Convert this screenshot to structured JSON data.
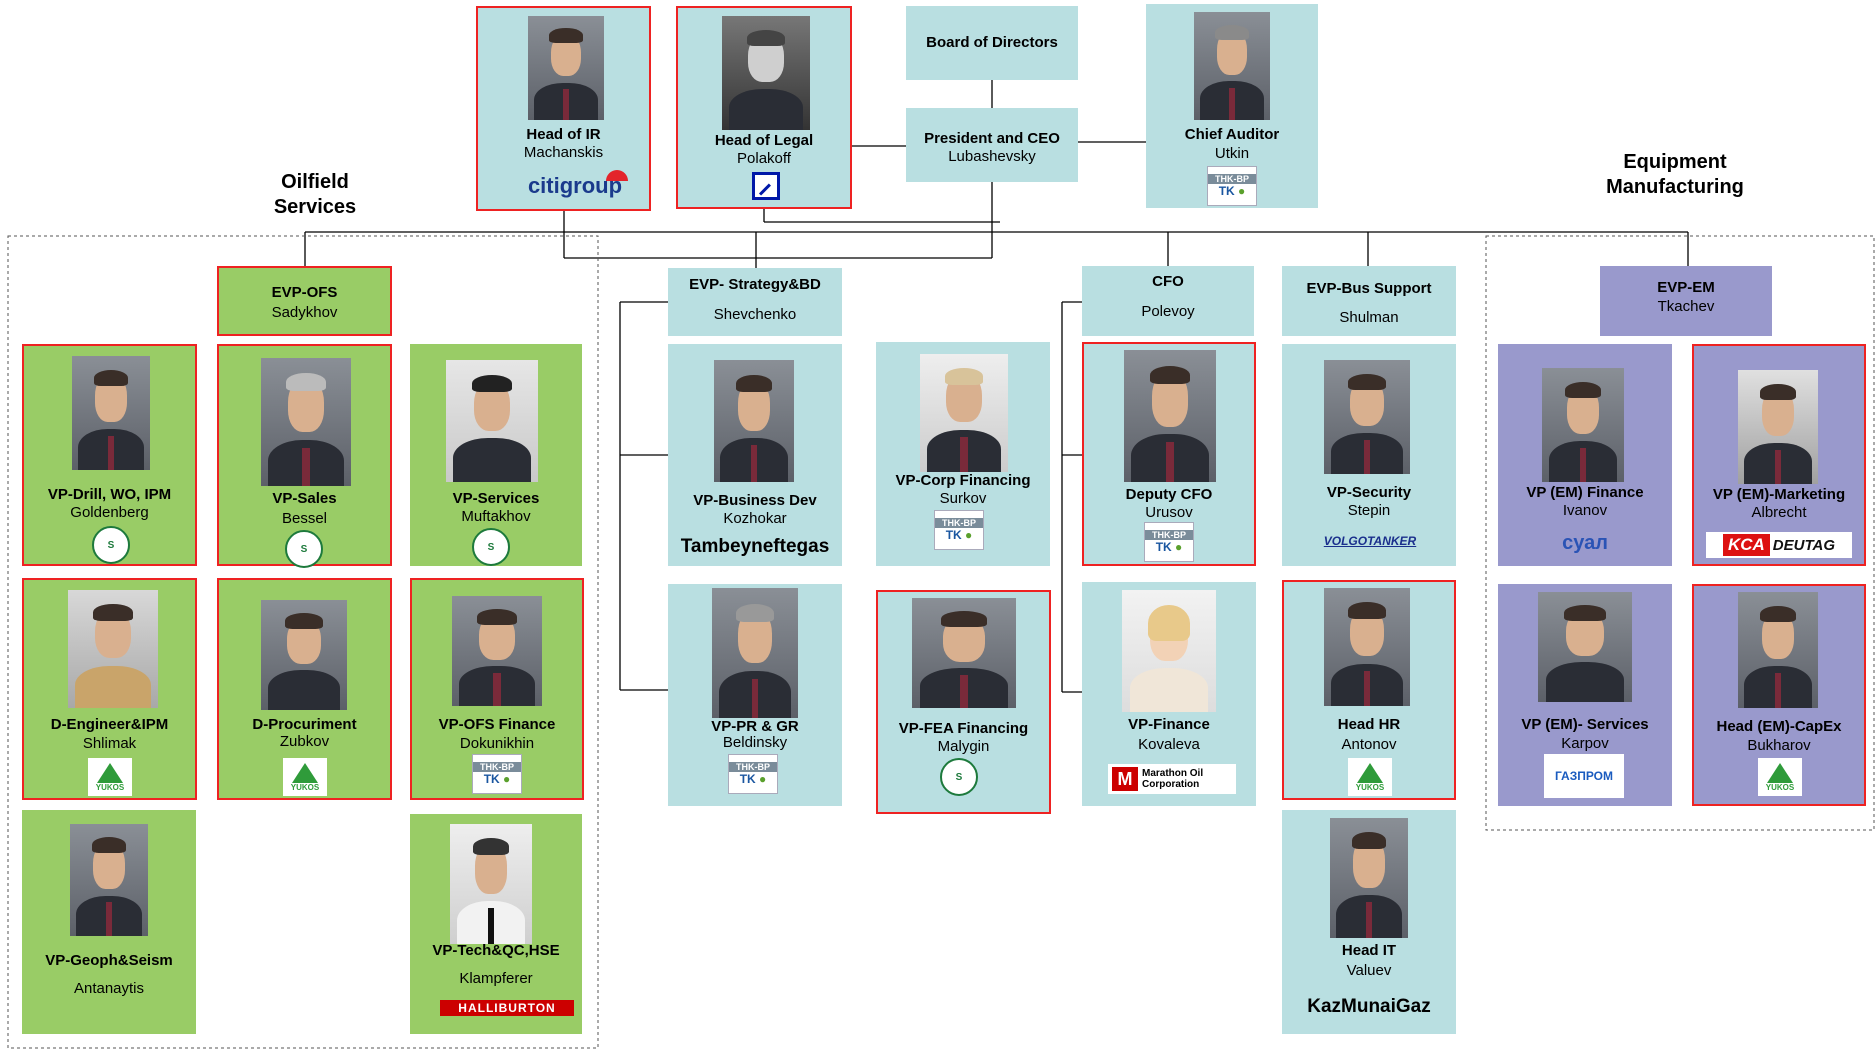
{
  "headings": {
    "oilfield": [
      "Oilfield",
      "Services"
    ],
    "equipment": [
      "Equipment",
      "Manufacturing"
    ]
  },
  "top": {
    "board": "Board of  Directors",
    "ceo": {
      "title": "President and CEO",
      "name": "Lubashevsky"
    },
    "ir": {
      "title": "Head of IR",
      "name": "Machanskis",
      "logo": "citigroup"
    },
    "legal": {
      "title": "Head of Legal",
      "name": "Polakoff"
    },
    "auditor": {
      "title": "Chief Auditor",
      "name": "Utkin"
    }
  },
  "evps": {
    "ofs": {
      "title": "EVP-OFS",
      "name": "Sadykhov"
    },
    "strategy": {
      "title": "EVP- Strategy&BD",
      "name": "Shevchenko"
    },
    "cfo": {
      "title": "CFO",
      "name": "Polevoy"
    },
    "bus": {
      "title": "EVP-Bus Support",
      "name": "Shulman"
    },
    "em": {
      "title": "EVP-EM",
      "name": "Tkachev"
    }
  },
  "people": {
    "drill": {
      "title": "VP-Drill, WO, IPM",
      "name": "Goldenberg"
    },
    "sales": {
      "title": "VP-Sales",
      "name": "Bessel"
    },
    "services": {
      "title": "VP-Services",
      "name": "Muftakhov"
    },
    "engineer": {
      "title": "D-Engineer&IPM",
      "name": "Shlimak"
    },
    "procurement": {
      "title": "D-Procuriment",
      "name": "Zubkov"
    },
    "ofsfin": {
      "title": "VP-OFS Finance",
      "name": "Dokunikhin"
    },
    "geoph": {
      "title": "VP-Geoph&Seism",
      "name": "Antanaytis"
    },
    "tech": {
      "title": "VP-Tech&QC,HSE",
      "name": "Klampferer",
      "logo": "HALLIBURTON"
    },
    "busdev": {
      "title": "VP-Business Dev",
      "name": "Kozhokar",
      "extra": "Tambeyneftegas"
    },
    "pr": {
      "title": "VP-PR & GR",
      "name": "Beldinsky"
    },
    "corpfin": {
      "title": "VP-Corp Financing",
      "name": "Surkov"
    },
    "fea": {
      "title": "VP-FEA Financing",
      "name": "Malygin"
    },
    "deputycfo": {
      "title": "Deputy CFO",
      "name": "Urusov"
    },
    "vpfinance": {
      "title": "VP-Finance",
      "name": "Kovaleva",
      "logo": "Marathon Oil Corporation"
    },
    "security": {
      "title": "VP-Security",
      "name": "Stepin",
      "logo": "VOLGOTANKER"
    },
    "hr": {
      "title": "Head HR",
      "name": "Antonov"
    },
    "it": {
      "title": "Head IT",
      "name": "Valuev",
      "extra": "KazMunaiGaz"
    },
    "emfin": {
      "title": "VP (EM) Finance",
      "name": "Ivanov",
      "logo": "суал"
    },
    "emmkt": {
      "title": "VP (EM)-Marketing",
      "name": "Albrecht",
      "logo1": "KCA",
      "logo2": "DEUTAG"
    },
    "emserv": {
      "title": "VP (EM)- Services",
      "name": "Karpov",
      "logo": "ГАЗПРОМ"
    },
    "capex": {
      "title": "Head (EM)-CapEx",
      "name": "Bukharov"
    }
  },
  "logos": {
    "tnk_top": "THK-BP",
    "tnk_bot": "TK",
    "yukos": "YUKOS",
    "seal": "S"
  },
  "colors": {
    "blue": "#b9dfe1",
    "green": "#99cc66",
    "purple": "#9999cc",
    "red_border": "#ee2222"
  }
}
